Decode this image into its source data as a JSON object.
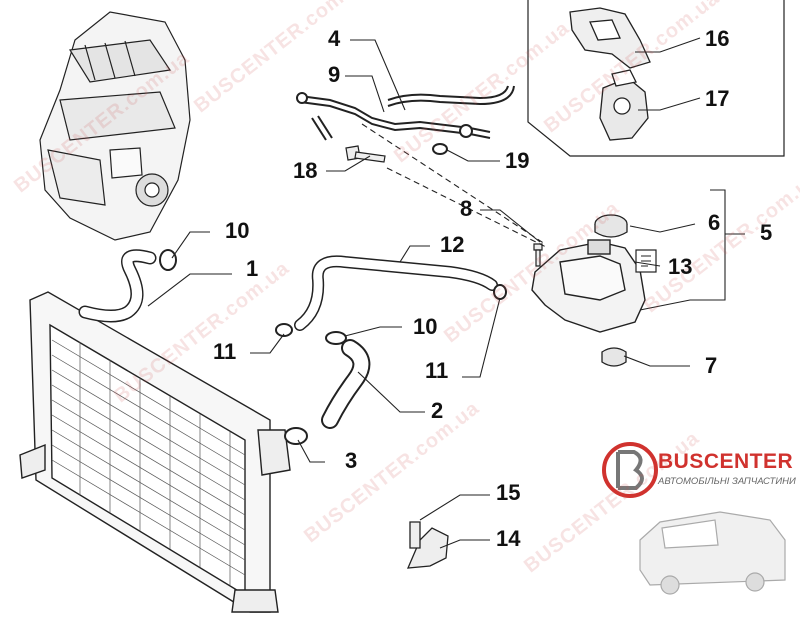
{
  "logo": {
    "name": "BUSCENTER",
    "tagline": "АВТОМОБІЛЬНІ ЗАПЧАСТИНИ",
    "colors": {
      "primary": "#d0322e",
      "ring": "#d0322e"
    }
  },
  "watermark": "BUSCENTER.com.ua",
  "callouts": [
    "4",
    "9",
    "16",
    "17",
    "18",
    "19",
    "8",
    "6",
    "5",
    "10",
    "12",
    "1",
    "13",
    "11",
    "10",
    "7",
    "11",
    "2",
    "3",
    "15",
    "14"
  ]
}
